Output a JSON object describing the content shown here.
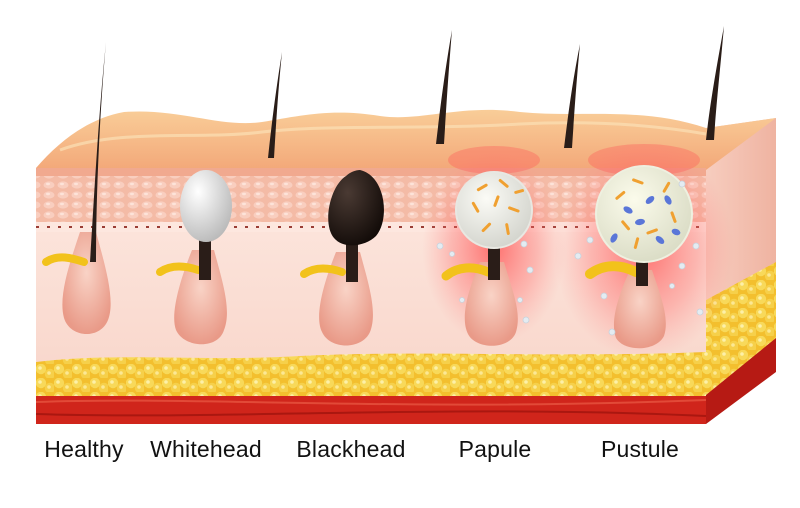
{
  "labels": {
    "healthy": "Healthy",
    "whitehead": "Whitehead",
    "blackhead": "Blackhead",
    "papule": "Papule",
    "pustule": "Pustule"
  },
  "colors": {
    "skin_surface": "#f6b98a",
    "epidermis": "#f3b9a5",
    "dermis": "#fbe3da",
    "fat": "#f6d24a",
    "muscle": "#d8281e",
    "hair": "#2a1d18",
    "sebum": "#f2c21b",
    "whitehead_plug": "#e4e4e4",
    "blackhead_plug": "#1e1410",
    "inflammation": "#ff6a6a",
    "bacteria_orange": "#f0a030",
    "bacteria_blue": "#5a76d8"
  }
}
